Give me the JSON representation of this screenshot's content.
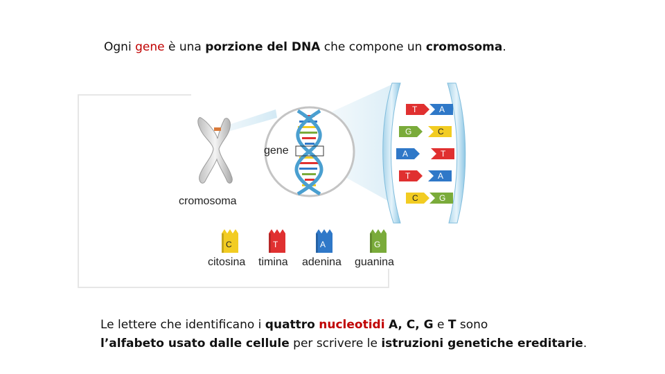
{
  "top_caption": {
    "p1": "Ogni ",
    "gene": "gene",
    "p2": " è una ",
    "porzione": "porzione del DNA",
    "p3": " che compone un ",
    "cromosoma": "cromosoma",
    "p4": "."
  },
  "figure": {
    "gene_label": "gene",
    "cromosoma_label": "cromosoma",
    "pairs": [
      {
        "left": "T",
        "right": "A"
      },
      {
        "left": "G",
        "right": "C"
      },
      {
        "left": "A",
        "right": "T"
      },
      {
        "left": "T",
        "right": "A"
      },
      {
        "left": "C",
        "right": "G"
      }
    ],
    "nucleotides": [
      {
        "letter": "C",
        "name": "citosina"
      },
      {
        "letter": "T",
        "name": "timina"
      },
      {
        "letter": "A",
        "name": "adenina"
      },
      {
        "letter": "G",
        "name": "guanina"
      }
    ],
    "colors": {
      "T": "#e03030",
      "A": "#2f78c8",
      "G": "#7aab3a",
      "C": "#f2cc22"
    }
  },
  "bottom_caption": {
    "l1a": "Le lettere che identificano i ",
    "quattro": "quattro",
    "sp1": " ",
    "nucleotidi": "nucleotidi",
    "sp2": " ",
    "acgt": "A, C, G",
    "e": " e ",
    "t": "T",
    "sono": " sono",
    "l2a": "l’alfabeto usato dalle cellule",
    "l2b": " per scrivere le ",
    "l2c": "istruzioni genetiche ereditarie",
    "l2d": "."
  }
}
